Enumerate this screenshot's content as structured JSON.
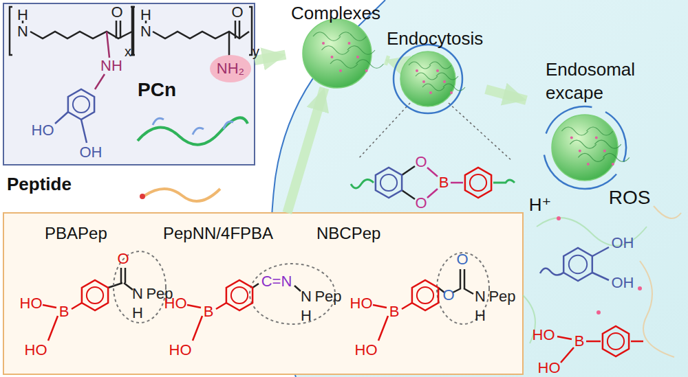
{
  "diagram": {
    "nodes": [
      {
        "text": [
          "PCn"
        ]
      },
      {
        "text": [
          "Peptide",
          "PBAPep",
          "PepNN/4FPBA",
          "NBCPep"
        ]
      },
      {
        "text": [
          "Complexes"
        ]
      },
      {
        "text": [
          "Endocytosis"
        ]
      },
      {
        "text": [
          "Endosomal excape"
        ]
      }
    ],
    "edges": [
      {
        "from": 0,
        "to": 2,
        "arrow": "to"
      },
      {
        "from": 1,
        "to": 2,
        "arrow": "to"
      },
      {
        "from": 2,
        "to": 3,
        "arrow": "to"
      },
      {
        "from": 3,
        "to": 4,
        "arrow": "to"
      }
    ],
    "labels": [
      "H",
      "N",
      "O",
      "x",
      "H",
      "N",
      "O",
      "y",
      "NH",
      "HO",
      "OH",
      "NH₂",
      "HO",
      "B",
      "HO",
      "O",
      "N",
      "H",
      "Pep",
      "HO",
      "B",
      "HO",
      "C=N",
      "N",
      "H",
      "Pep",
      "HO",
      "B",
      "HO",
      "O",
      "O",
      "N",
      "H",
      "Pep",
      "O",
      "O",
      "B",
      "H⁺",
      "ROS",
      "OH",
      "OH",
      "HO",
      "B",
      "HO"
    ]
  }
}
